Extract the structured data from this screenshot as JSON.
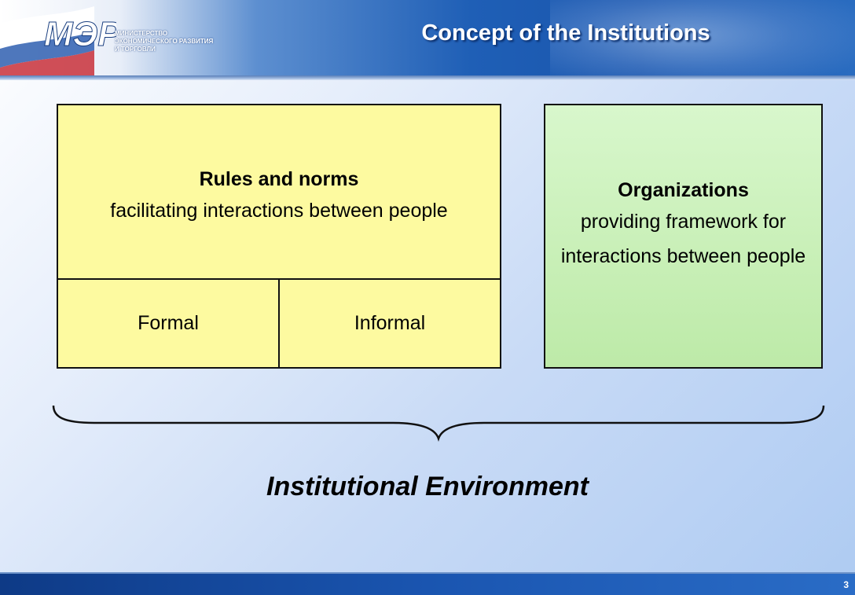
{
  "header": {
    "title": "Concept of the Institutions",
    "logo_text": "МЭРТ",
    "ministry_lines": [
      "МИНИСТЕРСТВО",
      "ЭКОНОМИЧЕСКОГО РАЗВИТИЯ",
      "И ТОРГОВЛИ"
    ]
  },
  "rules_box": {
    "title": "Rules and norms",
    "description": "facilitating interactions between people",
    "formal_label": "Formal",
    "informal_label": "Informal",
    "color": "#fdfaa0"
  },
  "organizations_box": {
    "title": "Organizations",
    "description": "providing framework for interactions between people",
    "color": "#c9f0b8"
  },
  "environment_label": "Institutional Environment",
  "footer": {
    "page_number": "3"
  },
  "colors": {
    "header_blue": "#1f5fb6",
    "footer_blue": "#1a55b0"
  }
}
